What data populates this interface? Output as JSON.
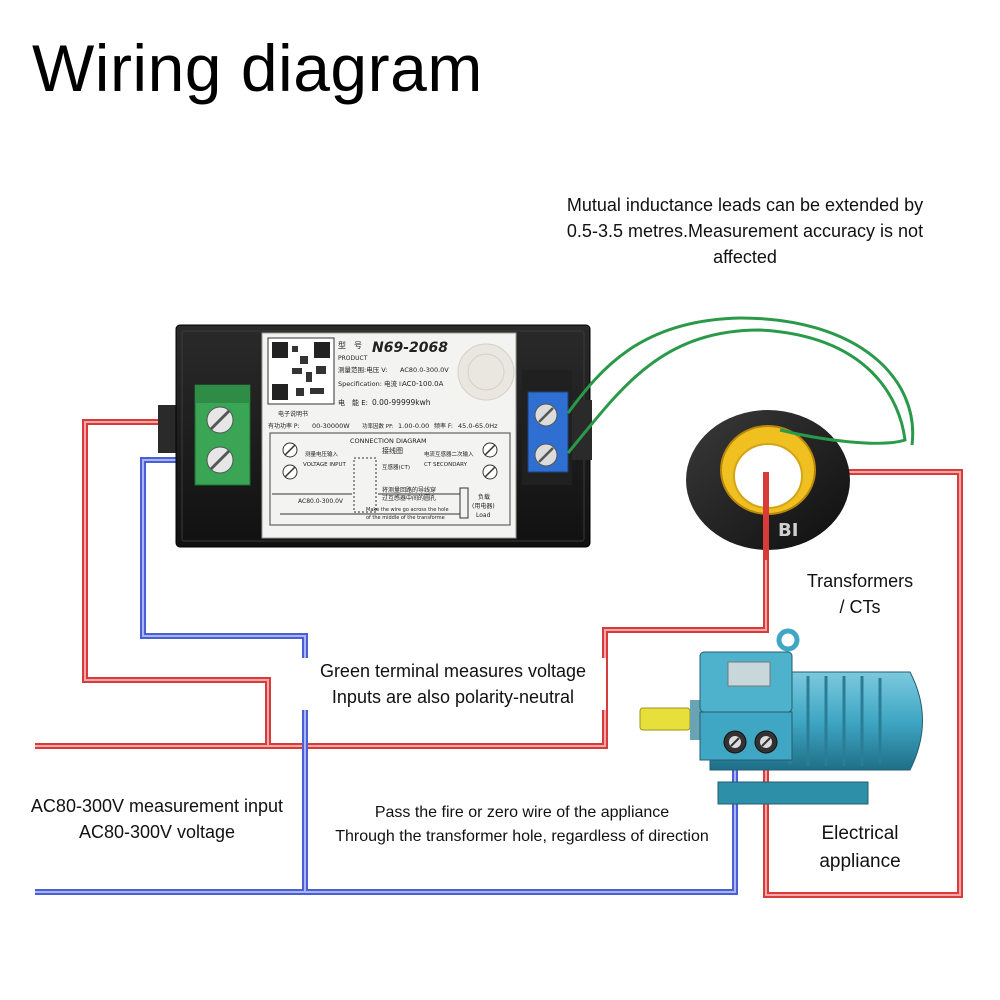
{
  "title": "Wiring diagram",
  "notes": {
    "leads_line1": "Mutual inductance leads can be extended by",
    "leads_line2": "0.5-3.5 metres.Measurement accuracy is not",
    "leads_line3": "affected",
    "ct_line1": "Transformers",
    "ct_line2": "/ CTs",
    "green_line1": "Green terminal measures voltage",
    "green_line2": "Inputs are also polarity-neutral",
    "input_line1": "AC80-300V measurement input",
    "input_line2": "AC80-300V voltage",
    "pass_line1": "Pass the fire or zero wire of the appliance",
    "pass_line2": "Through the transformer hole, regardless of direction",
    "appliance_line1": "Electrical",
    "appliance_line2": "appliance"
  },
  "meter_label": {
    "model_key": "型　号",
    "model": "N69-2068",
    "product": "PRODUCT",
    "range_cn": "测量范围:电压 V:",
    "voltage_range": "AC80.0-300.0V",
    "spec": "Specification: 电流 I:",
    "current_range": "AC0-100.0A",
    "energy_key": "电　能 E:",
    "energy_range": "0.00-99999kwh",
    "manual": "电子说明书",
    "power_key": "有功功率 P:",
    "power_range": "00-30000W",
    "pf_key": "功率因数 PF:",
    "pf_range": "1.00-0.00",
    "freq_key": "频率 F:",
    "freq_range": "45.0-65.0Hz",
    "conn_title": "CONNECTION DIAGRAM",
    "conn_cn": "接线图",
    "vin_cn": "测量电压输入",
    "vin": "VOLTAGE INPUT",
    "ct_cn": "互感器(CT)",
    "ct_sec_cn": "电流互感器二次输入",
    "ct_sec": "CT SECONDARY",
    "vrange": "AC80.0-300.0V",
    "hole_cn1": "将测量回路的导线穿",
    "hole_cn2": "过互感器中间的圆孔",
    "hole_en1": "Make the wire go across the hole",
    "hole_en2": "of the middle of the transforme",
    "load_cn1": "负载",
    "load_cn2": "(用电器)",
    "load": "Load"
  },
  "ct_mark": "BI",
  "colors": {
    "live_wire": "#d93a3a",
    "neutral_wire": "#4a5fd6",
    "ct_lead": "#2a9a4a",
    "meter_body": "#1c1c1c",
    "green_terminal": "#3aa655",
    "blue_terminal": "#2f6fd1",
    "ct_core": "#f0c020",
    "motor_body": "#3fa7c4"
  }
}
